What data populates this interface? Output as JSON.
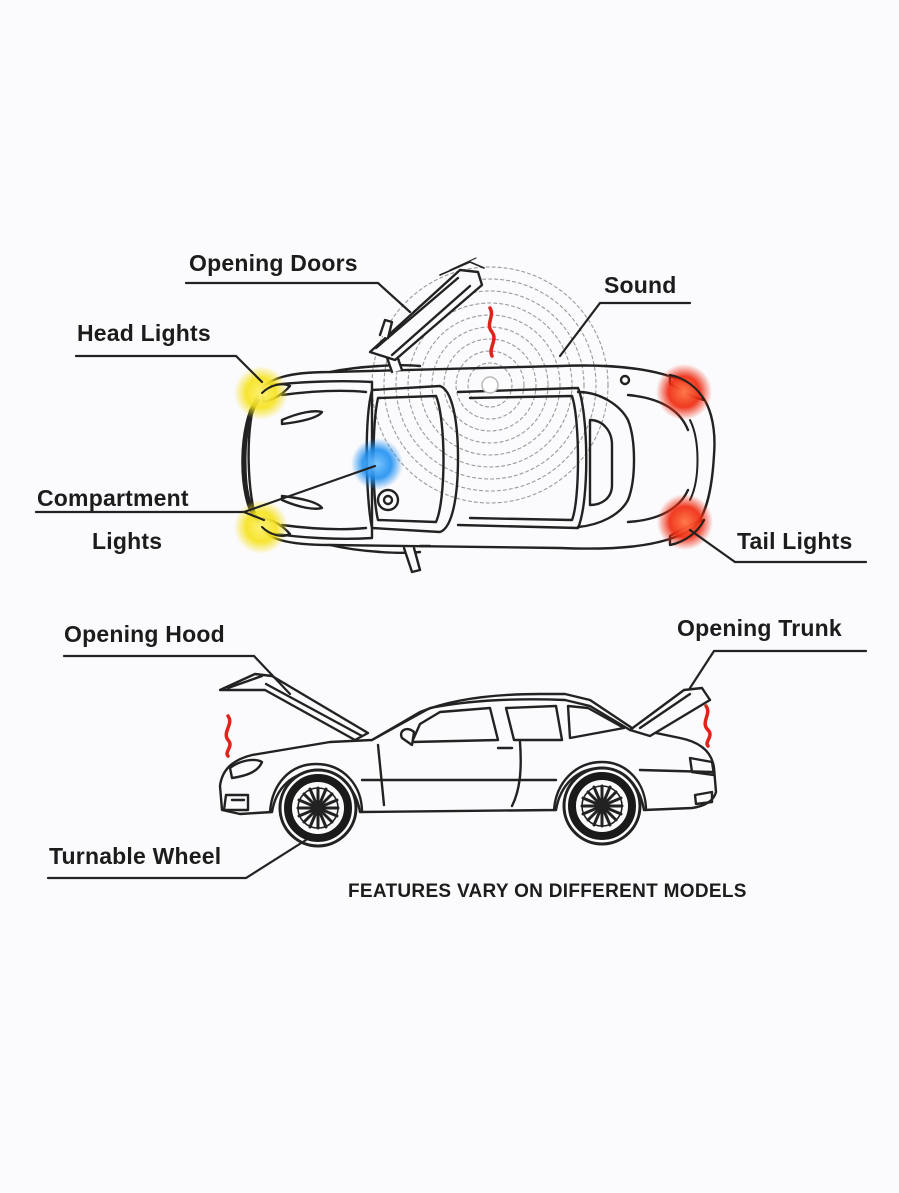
{
  "labels": {
    "opening_doors": "Opening Doors",
    "sound": "Sound",
    "head_lights": "Head Lights",
    "compartment_lights_line1": "Compartment",
    "compartment_lights_line2": "Lights",
    "tail_lights": "Tail Lights",
    "opening_hood": "Opening Hood",
    "opening_trunk": "Opening Trunk",
    "turnable_wheel": "Turnable Wheel"
  },
  "footnote": "FEATURES VARY ON DIFFERENT MODELS",
  "colors": {
    "head_light_glow": "#f6e21a",
    "compartment_light_glow": "#1e8ff0",
    "tail_light_glow": "#ef2a10",
    "motion_arrow": "#e0231a",
    "line_art": "#222222"
  }
}
